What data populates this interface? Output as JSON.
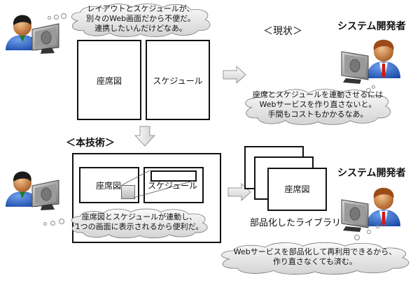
{
  "current": {
    "heading": "＜現状＞",
    "user_thought": [
      "レイアウトとスケジュールが、",
      "別々のWeb画面だから不便だ。",
      "連携したいんだけどなあ。"
    ],
    "screen_seat": "座席図",
    "screen_schedule": "スケジュール",
    "developer_title": "システム開発者",
    "developer_thought": [
      "座席とスケジュールを連動させるには",
      "Webサービスを作り直さないと。",
      "手間もコストもかかるなあ。"
    ]
  },
  "proposed": {
    "heading": "＜本技術＞",
    "screen_seat": "座席図",
    "screen_schedule": "スケジュール",
    "user_thought": [
      "座席図とスケジュールが連動し、",
      "1つの画面に表示されるから便利だ。"
    ],
    "library_card": "座席図",
    "library_caption": "部品化したライブラリ",
    "developer_title": "システム開発者",
    "developer_thought": [
      "Webサービスを部品化して再利用できるから、",
      "作り直さなくても済む。"
    ]
  },
  "icons": {
    "user": "user-at-computer-icon",
    "developer": "developer-at-computer-icon",
    "arrow_right": "arrow-right-icon",
    "arrow_down": "arrow-down-icon"
  },
  "colors": {
    "cloud_fill": "#e6e6e6",
    "arrow_fill": "#e8e8e8",
    "user_shirt": "#2b5fb8",
    "developer_shirt": "#3551b0",
    "tie": "#cc1a1a",
    "skin": "#c77a3a"
  }
}
